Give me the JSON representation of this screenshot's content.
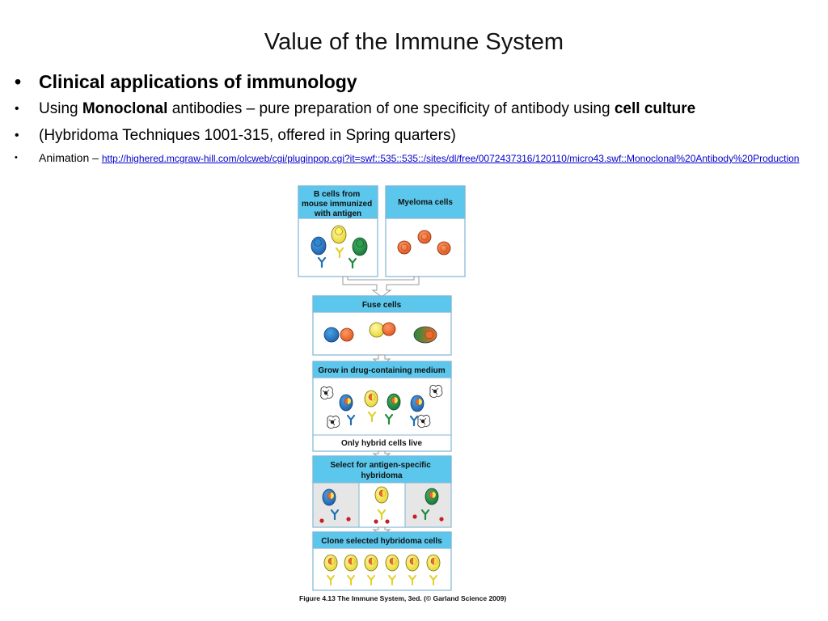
{
  "slide": {
    "title": "Value of the Immune System",
    "bullets": [
      {
        "text": "Clinical applications of immunology"
      },
      {
        "pre": "Using ",
        "bold1": "Monoclonal",
        "mid": " antibodies – pure preparation of one specificity of antibody using ",
        "bold2": "cell culture"
      },
      {
        "text": "(Hybridoma Techniques 1001-315, offered in Spring quarters)"
      },
      {
        "pre": "Animation – ",
        "link": "http://highered.mcgraw-hill.com/olcweb/cgi/pluginpop.cgi?it=swf::535::535::/sites/dl/free/0072437316/120110/micro43.swf::Monoclonal%20Antibody%20Production"
      }
    ]
  },
  "diagram": {
    "b_cells_label": [
      "B cells from",
      "mouse immunized",
      "with antigen"
    ],
    "myeloma_label": "Myeloma cells",
    "fuse_label": "Fuse cells",
    "grow_label": "Grow in drug-containing medium",
    "only_hybrid_label": "Only hybrid cells live",
    "select_label": [
      "Select for antigen-specific",
      "hybridoma"
    ],
    "clone_label": "Clone selected hybridoma cells",
    "caption_bold": "Figure 4.13",
    "caption_rest": " The Immune System, 3ed. (© Garland Science 2009)"
  },
  "colors": {
    "header_blue": "#5bc7ec",
    "box_border": "#7fb6d4",
    "b_cell_blue": "#1f6fb5",
    "b_cell_yellow": "#f2e84a",
    "b_cell_green": "#1f8a3c",
    "myeloma_orange": "#ef6a2e",
    "antigen_red": "#c3202a",
    "link_blue": "#0000cc"
  }
}
